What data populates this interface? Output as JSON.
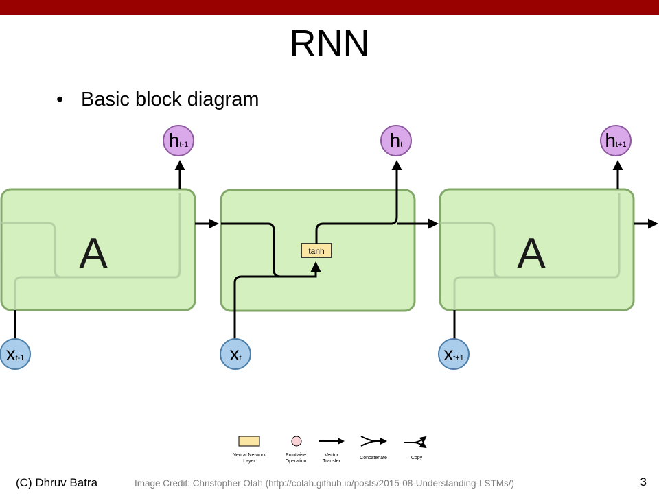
{
  "slide": {
    "title": "RNN",
    "bullet_symbol": "•",
    "bullet_text": "Basic block diagram"
  },
  "colors": {
    "top_bar": "#990000",
    "cell_fill": "#d5f0bf",
    "cell_stroke": "#82a96a",
    "hidden_fill": "#d9a9ea",
    "hidden_stroke": "#8c5a9d",
    "input_fill": "#a9cdeb",
    "input_stroke": "#4f7ea6",
    "layer_fill": "#fce6a4",
    "pointwise_fill": "#f8d2d6"
  },
  "diagram": {
    "cells": [
      {
        "label": "A"
      },
      {
        "label": "tanh"
      },
      {
        "label": "A"
      }
    ],
    "inputs": [
      {
        "base": "x",
        "sub": "t-1"
      },
      {
        "base": "x",
        "sub": "t"
      },
      {
        "base": "x",
        "sub": "t+1"
      }
    ],
    "outputs": [
      {
        "base": "h",
        "sub": "t-1"
      },
      {
        "base": "h",
        "sub": "t"
      },
      {
        "base": "h",
        "sub": "t+1"
      }
    ]
  },
  "legend": {
    "items": [
      {
        "icon": "neural-network-layer-icon",
        "line1": "Neural Network",
        "line2": "Layer"
      },
      {
        "icon": "pointwise-operation-icon",
        "line1": "Pointwise",
        "line2": "Operation"
      },
      {
        "icon": "vector-transfer-icon",
        "line1": "Vector",
        "line2": "Transfer"
      },
      {
        "icon": "concatenate-icon",
        "line1": "Concatenate",
        "line2": ""
      },
      {
        "icon": "copy-icon",
        "line1": "Copy",
        "line2": ""
      }
    ]
  },
  "footer": {
    "author": "(C) Dhruv Batra",
    "credit": "Image Credit: Christopher Olah (http://colah.github.io/posts/2015-08-Understanding-LSTMs/)",
    "page_number": "3"
  }
}
